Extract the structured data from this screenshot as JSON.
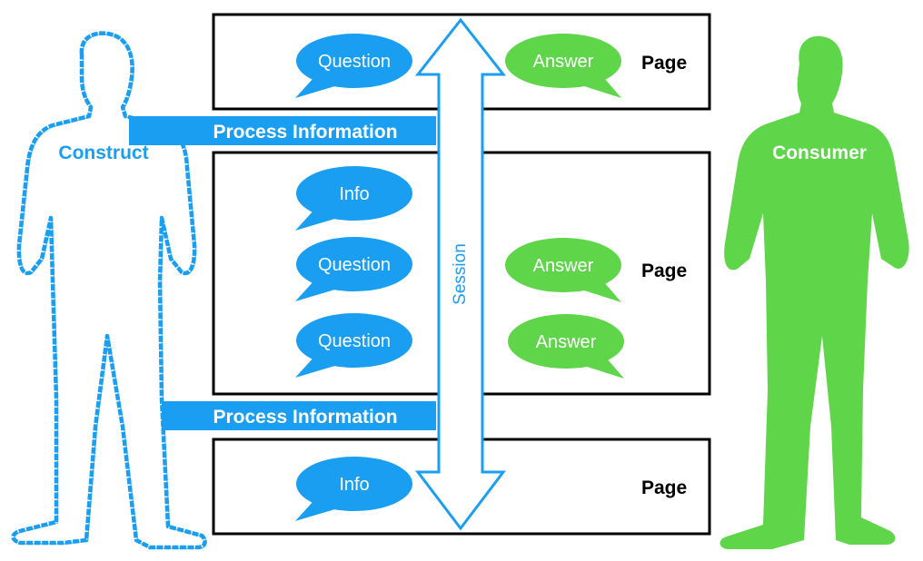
{
  "colors": {
    "construct": "#1a9ef2",
    "consumer": "#5fd54a",
    "question_bubble": "#1a9ef2",
    "answer_bubble": "#5fd54a",
    "page_border": "#000000"
  },
  "construct": {
    "label": "Construct"
  },
  "consumer": {
    "label": "Consumer"
  },
  "session": {
    "label": "Session"
  },
  "process_bands": [
    {
      "label": "Process Information"
    },
    {
      "label": "Process Information"
    }
  ],
  "pages": [
    {
      "label": "Page",
      "construct_bubbles": [
        "Question"
      ],
      "consumer_bubbles": [
        "Answer"
      ]
    },
    {
      "label": "Page",
      "construct_bubbles": [
        "Info",
        "Question",
        "Question"
      ],
      "consumer_bubbles": [
        "Answer",
        "Answer"
      ]
    },
    {
      "label": "Page",
      "construct_bubbles": [
        "Info"
      ],
      "consumer_bubbles": []
    }
  ]
}
